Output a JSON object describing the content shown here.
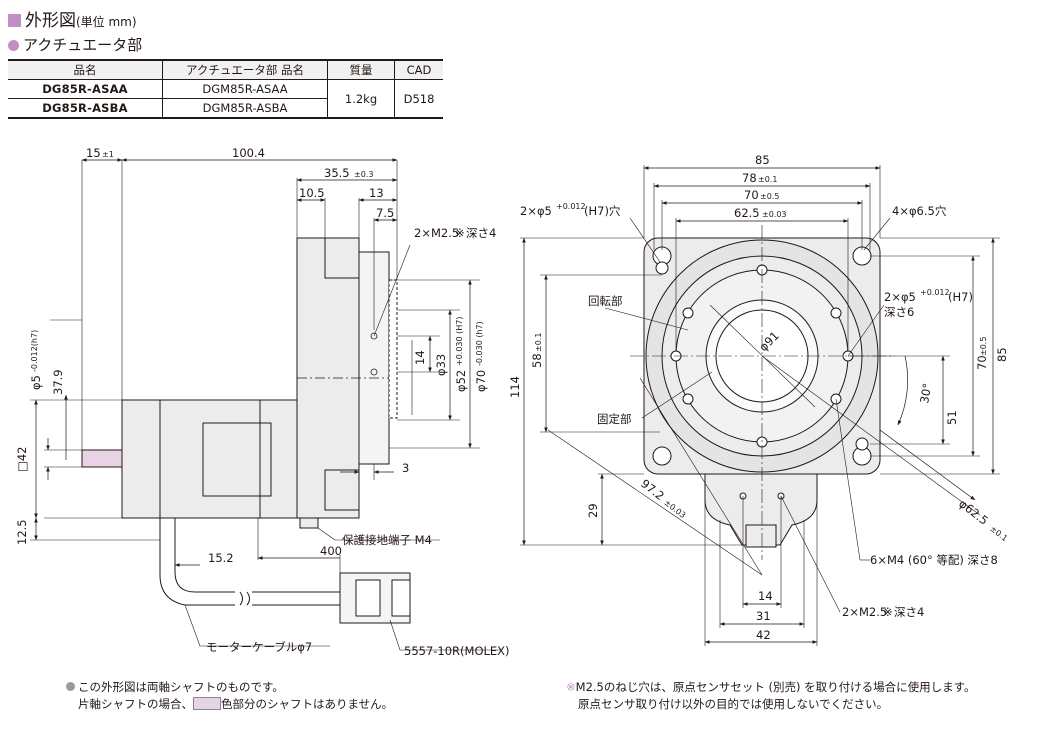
{
  "header": {
    "title": "外形図",
    "unit": "(単位 mm)",
    "subtitle": "アクチュエータ部"
  },
  "table": {
    "headers": [
      "品名",
      "アクチュエータ部 品名",
      "質量",
      "CAD"
    ],
    "rows": [
      {
        "name": "DG85R-ASAA",
        "actuator": "DGM85R-ASAA"
      },
      {
        "name": "DG85R-ASBA",
        "actuator": "DGM85R-ASBA"
      }
    ],
    "mass": "1.2kg",
    "cad": "D518"
  },
  "side_view": {
    "dims": {
      "d15": "15",
      "d15_tol": "±1",
      "d100_4": "100.4",
      "d35_5": "35.5",
      "d35_5_tol": "±0.3",
      "d10_5": "10.5",
      "d13": "13",
      "d7_5": "7.5",
      "d14": "14",
      "d3": "3",
      "d37_9": "37.9",
      "d12_5": "12.5",
      "d15_2": "15.2",
      "d400": "400",
      "sq42": "□42",
      "phi5": "φ5",
      "phi5_tol": "-0.012(h7)",
      "phi33": "φ33",
      "phi52": "φ52",
      "phi52_tol": "+0.030 (H7)",
      "phi70": "φ70",
      "phi70_tol": "-0.030 (h7)"
    },
    "labels": {
      "m25_depth": "2×M2.5",
      "m25_depth_b": "深さ4",
      "ground": "保護接地端子 M4",
      "cable": "モーターケーブルφ7",
      "connector": "5557-10R(MOLEX)"
    }
  },
  "front_view": {
    "dims": {
      "d85": "85",
      "d78": "78",
      "d78_tol": "±0.1",
      "d70": "70",
      "d70_tol": "±0.5",
      "d62_5": "62.5",
      "d62_5_tol": "±0.03",
      "d58": "58",
      "d58_tol": "±0.1",
      "d114": "114",
      "d85v": "85",
      "d70v": "70",
      "d70v_tol": "±0.5",
      "d51": "51",
      "d29": "29",
      "d14": "14",
      "d31": "31",
      "d42": "42",
      "d97_2": "97.2",
      "d97_2_tol": "±0.03",
      "phi62_5": "φ62.5",
      "phi62_5_tol": "±0.1",
      "phi91": "φ91",
      "angle": "30°"
    },
    "labels": {
      "hole_h7": "2×φ5",
      "hole_h7_tol": "+0.012",
      "hole_h7_b": "(H7)穴",
      "hole_65": "4×φ6.5穴",
      "hole_h7_right": "2×φ5",
      "hole_h7_right_tol": "+0.012",
      "hole_h7_right_b": "(H7)",
      "depth6": "深さ6",
      "rotating": "回転部",
      "fixed": "固定部",
      "m4": "6×M4 (60° 等配) 深さ8",
      "m25": "2×M2.5",
      "m25_b": "深さ4"
    }
  },
  "notes": {
    "left_1": "この外形図は両軸シャフトのものです。",
    "left_2a": "片軸シャフトの場合、",
    "left_2b": "色部分のシャフトはありません。",
    "right_1": "M2.5のねじ穴は、原点センサセット (別売) を取り付ける場合に使用します。",
    "right_2": "原点センサ取り付け以外の目的では使用しないでください。",
    "asterisk": "※"
  },
  "colors": {
    "accent": "#c28fc4",
    "line": "#231815",
    "body_fill": "#ececec",
    "shaft_fill": "#e8d3e6"
  }
}
